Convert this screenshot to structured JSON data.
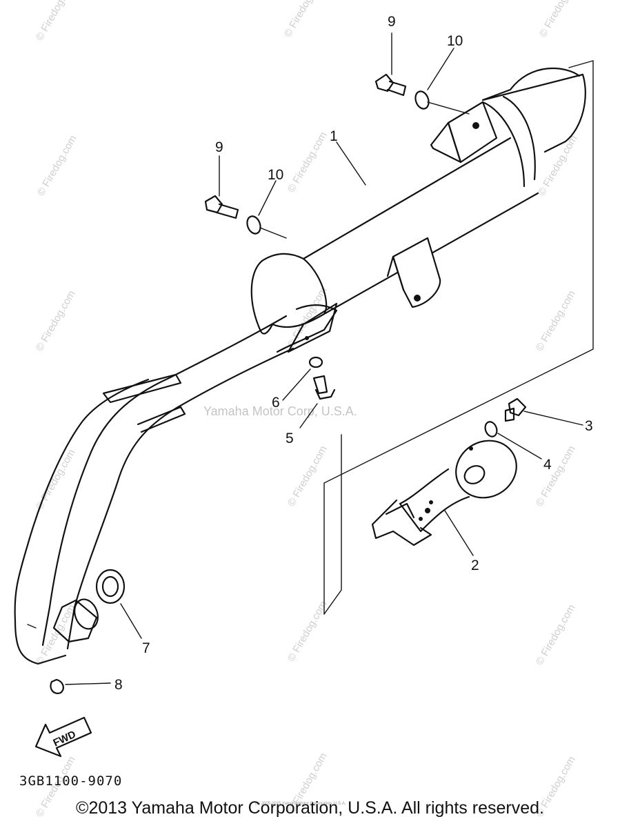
{
  "watermarks": {
    "text": "© Firedog.com",
    "center": "Yamaha Motor Corp, U.S.A."
  },
  "callouts": {
    "muffler": "1",
    "silencer": "2",
    "bolt_right": "3",
    "washer_right": "4",
    "bolt_lower": "5",
    "washer_lower": "6",
    "gasket": "7",
    "nut": "8",
    "bolt_top_left": "9",
    "bolt_top_right": "9",
    "washer_top_left": "10",
    "washer_top_right": "10"
  },
  "direction_arrow": "FWD",
  "part_number": "3GB1100-9070",
  "tiny_copyright": "(c) 2005-2015 Yamaha Motor Corporation, U.S.A.",
  "footer": "©2013 Yamaha Motor Corporation, U.S.A. All rights reserved."
}
